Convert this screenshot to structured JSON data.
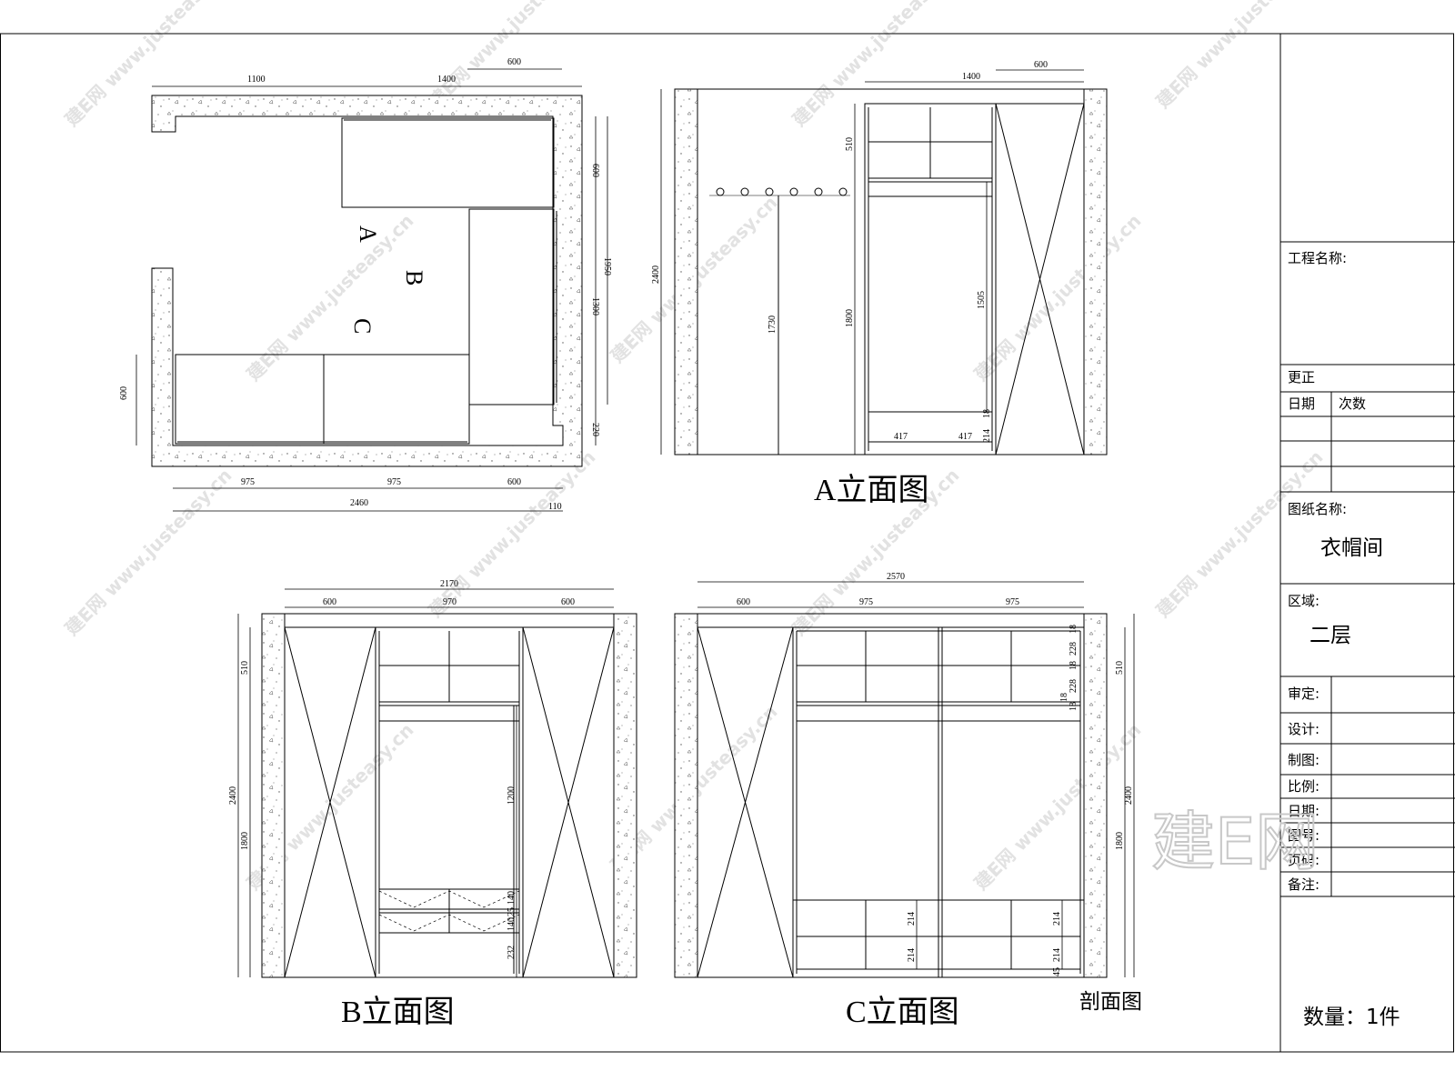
{
  "watermark": {
    "text": "www.justeasy.cn",
    "logo": "建E网"
  },
  "plan": {
    "labels": [
      "A",
      "B",
      "C"
    ],
    "dims": {
      "top_1100": "1100",
      "top_1400": "1400",
      "top_600": "600",
      "right_600": "600",
      "right_1950": "1950",
      "right_1300": "1300",
      "right_220": "220",
      "left_600": "600",
      "bot_975a": "975",
      "bot_975b": "975",
      "bot_600": "600",
      "bot_2460": "2460",
      "bot_110": "110"
    }
  },
  "elev_a": {
    "title": "A立面图",
    "dims": {
      "top_1400": "1400",
      "top_600": "600",
      "h_2400": "2400",
      "h_1730": "1730",
      "h_1800": "1800",
      "h_510": "510",
      "h_1505": "1505",
      "w_417a": "417",
      "w_417b": "417",
      "h_214": "214",
      "h_18": "18"
    }
  },
  "elev_b": {
    "title": "B立面图",
    "dims": {
      "top_2170": "2170",
      "top_600a": "600",
      "top_970": "970",
      "top_600b": "600",
      "h_510": "510",
      "h_2400": "2400",
      "h_1800": "1800",
      "h_1200": "1200",
      "h_140a": "140",
      "h_25": "25",
      "h_140b": "140",
      "h_140c": "140",
      "h_232": "232"
    }
  },
  "elev_c": {
    "title": "C立面图",
    "dims": {
      "top_2570": "2570",
      "top_600": "600",
      "top_975a": "975",
      "top_975b": "975",
      "h_228a": "228",
      "h_18a": "18",
      "h_18b": "18",
      "h_228b": "228",
      "h_18c": "18",
      "h_18d": "18",
      "h_18e": "18",
      "h_510": "510",
      "h_2400": "2400",
      "h_1800": "1800",
      "h_214a": "214",
      "h_214b": "214",
      "h_214c": "214",
      "h_214d": "214",
      "h_45": "45"
    },
    "section_label": "剖面图"
  },
  "title_block": {
    "project_label": "工程名称:",
    "revision_label": "更正",
    "date_col": "日期",
    "count_col": "次数",
    "drawing_name_label": "图纸名称:",
    "drawing_name": "衣帽间",
    "area_label": "区域:",
    "area_value": "二层",
    "review_label": "审定:",
    "design_label": "设计:",
    "draft_label": "制图:",
    "scale_label": "比例:",
    "date_label": "日期:",
    "drawing_no_label": "图号:",
    "page_label": "页码:",
    "notes_label": "备注:",
    "quantity": "数量：1件"
  }
}
